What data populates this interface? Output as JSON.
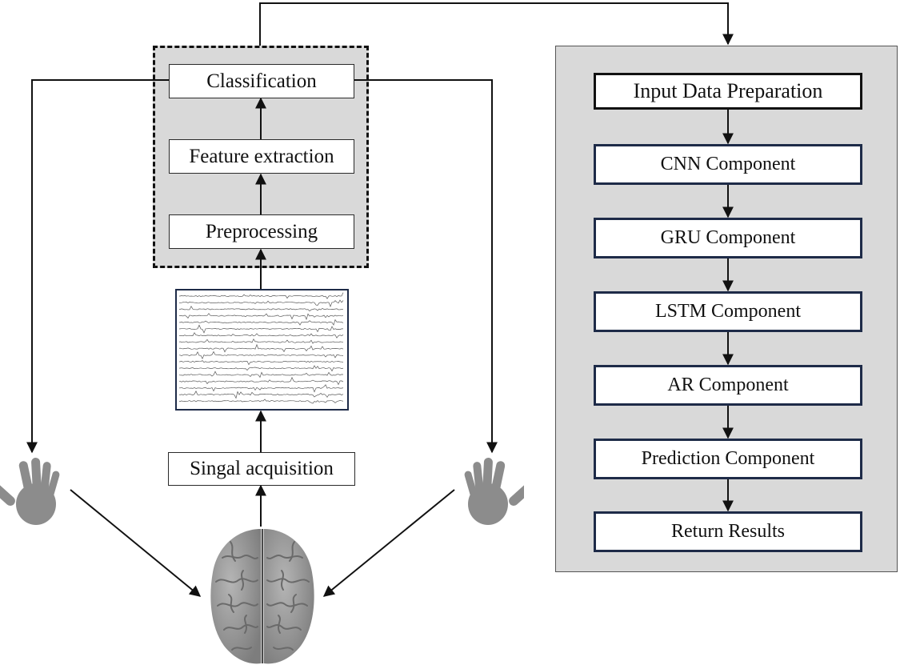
{
  "pipeline": {
    "classification": "Classification",
    "feature_extraction": "Feature extraction",
    "preprocessing": "Preprocessing",
    "signal_acquisition": "Singal acquisition"
  },
  "model": {
    "input_prep": "Input Data Preparation",
    "cnn": "CNN Component",
    "gru": "GRU Component",
    "lstm": "LSTM Component",
    "ar": "AR Component",
    "prediction": "Prediction Component",
    "results": "Return Results"
  },
  "colors": {
    "panel_fill": "#d9d9d9",
    "box_border_navy": "#1e2b48",
    "arrow": "#111111",
    "hand": "#8c8c8c",
    "brain": "#9a9a9a"
  },
  "icons": [
    "left-hand-icon",
    "right-hand-icon",
    "brain-icon",
    "eeg-signal-icon"
  ]
}
